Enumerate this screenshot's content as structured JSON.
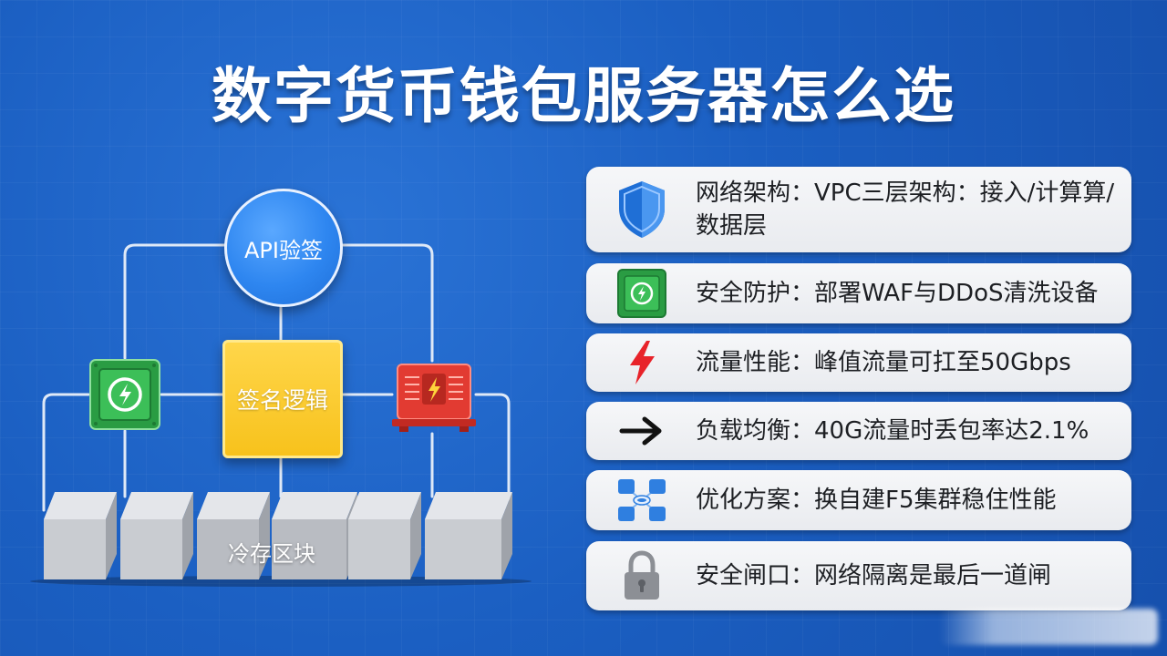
{
  "title": "数字货币钱包服务器怎么选",
  "diagram": {
    "api_label": "API验签",
    "sign_label": "签名逻辑",
    "cold_label": "冷存区块",
    "colors": {
      "api": "#2e86f0",
      "sign": "#f7c21c",
      "green_device": "#2fae49",
      "red_device": "#e23b32",
      "cold_block": "#c9ccd1"
    }
  },
  "cards": [
    {
      "icon": "shield-icon",
      "text": "网络架构：VPC三层架构：接入/计算算/数据层"
    },
    {
      "icon": "firewall-device-icon",
      "text": "安全防护：部署WAF与DDoS清洗设备"
    },
    {
      "icon": "lightning-icon",
      "text": "流量性能：峰值流量可扛至50Gbps"
    },
    {
      "icon": "arrow-right-icon",
      "text": "负载均衡：40G流量时丢包率达2.1%"
    },
    {
      "icon": "cluster-network-icon",
      "text": "优化方案：换自建F5集群稳住性能"
    },
    {
      "icon": "padlock-icon",
      "text": "安全闸口：网络隔离是最后一道闸"
    }
  ]
}
